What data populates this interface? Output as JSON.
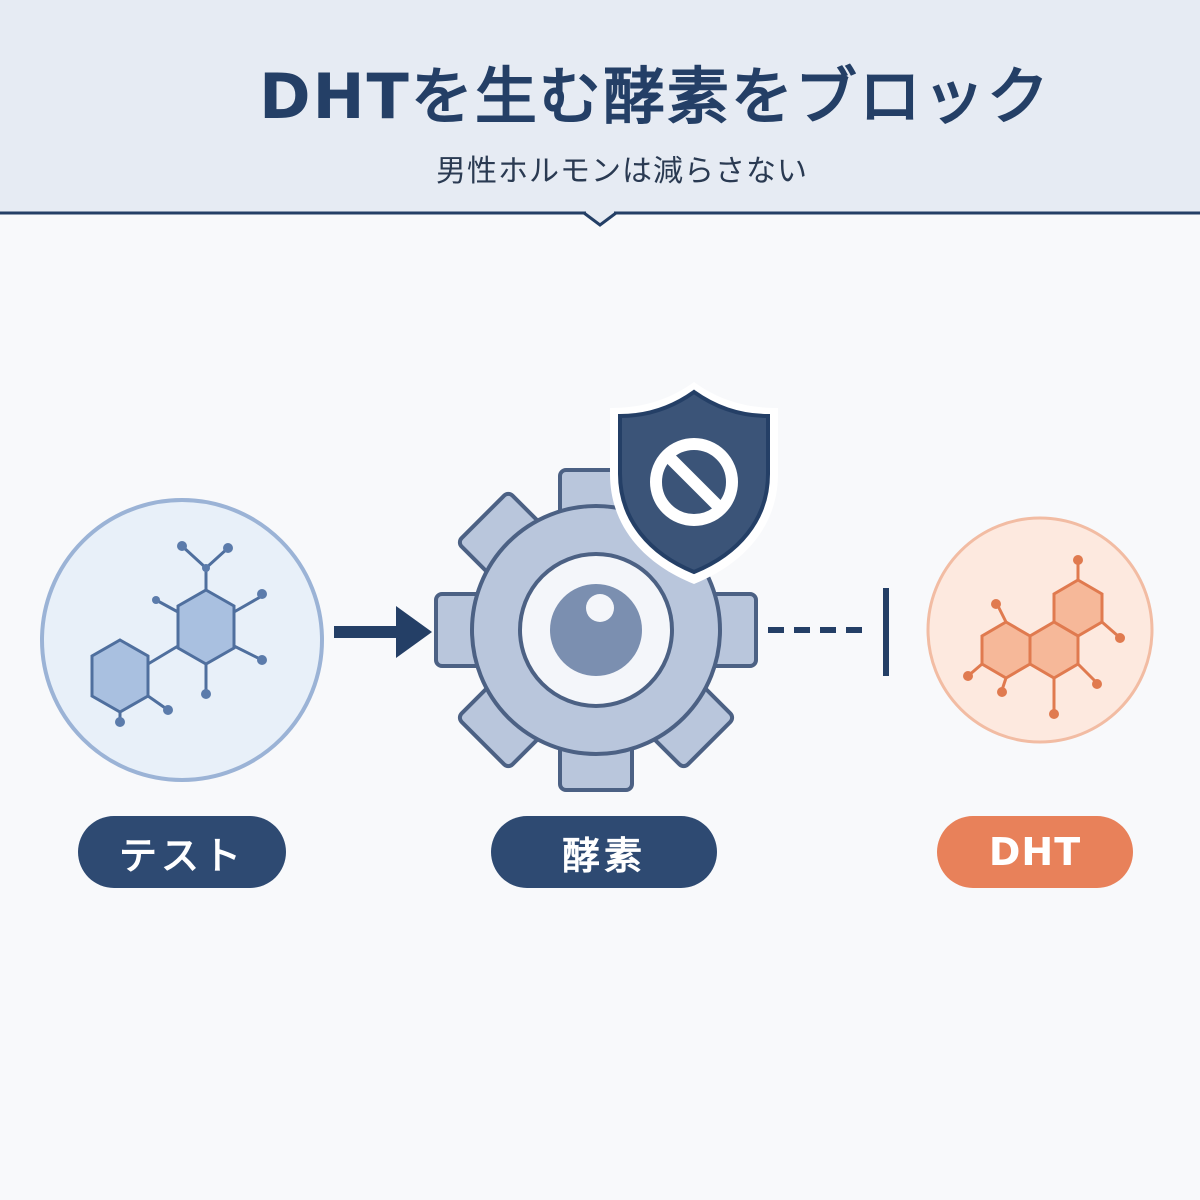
{
  "header": {
    "title": "DHTを生む酵素をブロック",
    "subtitle": "男性ホルモンは減らさない"
  },
  "labels": {
    "testosterone": "テスト",
    "enzyme": "酵素",
    "dht": "DHT"
  },
  "colors": {
    "navy": "#2e4a72",
    "header_bg": "#e6ebf3",
    "blue_circle_fill": "#e8f0f9",
    "blue_circle_stroke": "#9bb3d6",
    "gear_fill": "#b9c6dc",
    "gear_stroke": "#4c6184",
    "shield": "#3b5478",
    "orange": "#e8815a",
    "orange_circle_fill": "#fde9df"
  },
  "icons": {
    "testosterone": "molecule-icon",
    "enzyme": "gear-icon",
    "block": "shield-prohibit-icon",
    "dht": "molecule-icon"
  }
}
